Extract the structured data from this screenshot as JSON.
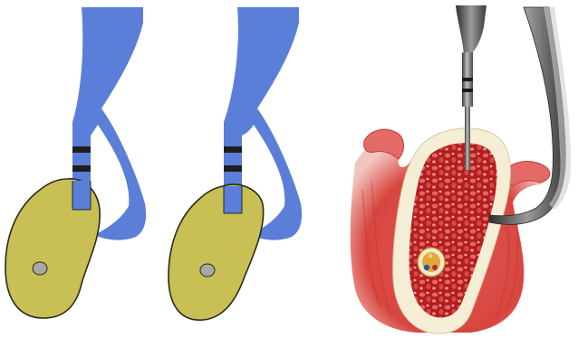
{
  "panels": [
    {
      "id": "schematic-1",
      "style": "flat-schematic",
      "shows": [
        "probe",
        "bone-section",
        "marrow-spot"
      ]
    },
    {
      "id": "schematic-2",
      "style": "flat-schematic",
      "shows": [
        "probe",
        "bone-section",
        "marrow-spot"
      ]
    },
    {
      "id": "illustration",
      "style": "realistic-illustration",
      "shows": [
        "drill-probe",
        "curved-forceps",
        "cancellous-bone",
        "soft-tissue",
        "nerve-canal"
      ]
    }
  ],
  "colors": {
    "probe_blue": "#5b7fd8",
    "probe_bands": "#1e1e1e",
    "bone_yellow": "#c8bf55",
    "bone_outline": "#2a2a1a",
    "marrow_gray": "#a8a8a8",
    "tissue_red": "#d8453f",
    "cancellous_red": "#c42828",
    "cortex_cream": "#f4eed6",
    "instrument_gray": "#6d6d6d"
  }
}
